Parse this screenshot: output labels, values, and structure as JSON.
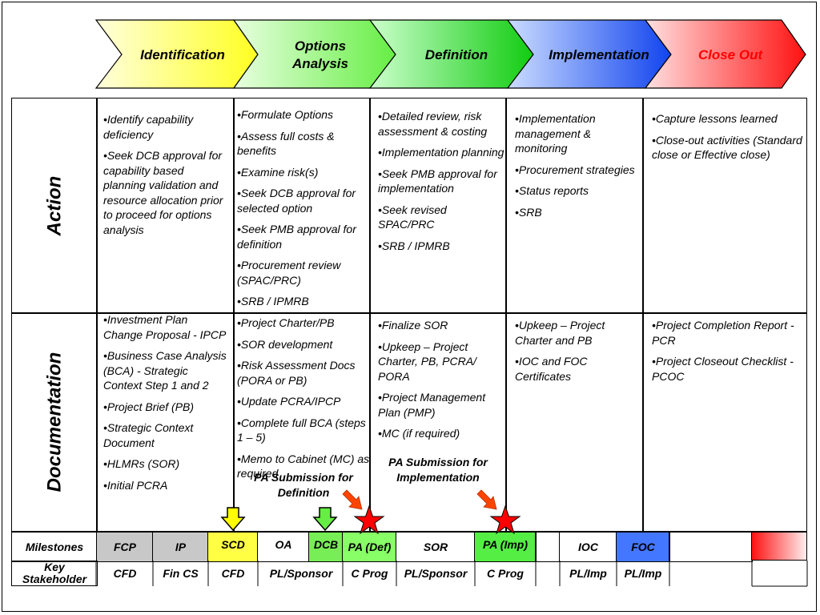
{
  "phases": [
    {
      "label": "Identification",
      "color": "#ffff33"
    },
    {
      "label": "Options\nAnalysis",
      "color": "#66ee44"
    },
    {
      "label": "Definition",
      "color": "#22cc22"
    },
    {
      "label": "Implementation",
      "color": "#2255ee"
    },
    {
      "label": "Close Out",
      "color": "#ff2222"
    }
  ],
  "close_out_text_color": "#ff0000",
  "row_headers": {
    "action": "Action",
    "documentation": "Documentation"
  },
  "action": {
    "identification": [
      "•Identify capability deficiency",
      "•Seek DCB approval for capability based planning validation and resource allocation prior to proceed for options analysis"
    ],
    "options_analysis": [
      "•Formulate Options",
      "•Assess full costs & benefits",
      "•Examine risk(s)",
      "•Seek DCB approval for selected option",
      "•Seek PMB approval for definition",
      "•Procurement review (SPAC/PRC)",
      "•SRB / IPMRB"
    ],
    "definition": [
      "•Detailed review, risk assessment & costing",
      "•Implementation planning",
      "•Seek PMB approval for implementation",
      "•Seek revised SPAC/PRC",
      "•SRB / IPMRB"
    ],
    "implementation": [
      "•Implementation management & monitoring",
      "•Procurement strategies",
      "•Status reports",
      "•SRB"
    ],
    "close_out": [
      "•Capture lessons learned",
      "•Close-out activities (Standard close or Effective close)"
    ]
  },
  "documentation": {
    "identification": [
      "•Investment Plan Change Proposal - IPCP",
      "•Business Case Analysis (BCA) - Strategic Context Step 1 and 2",
      "•Project Brief (PB)",
      "•Strategic Context Document",
      "•HLMRs (SOR)",
      "•Initial PCRA"
    ],
    "options_analysis": [
      "•Project Charter/PB",
      "•SOR development",
      "•Risk Assessment Docs (PORA or PB)",
      "•Update PCRA/IPCP",
      "•Complete full BCA (steps 1 – 5)",
      "•Memo to Cabinet (MC) as required"
    ],
    "options_analysis_submission": "PA Submission for Definition",
    "definition": [
      "•Finalize SOR",
      "•Upkeep – Project Charter, PB, PCRA/ PORA",
      "•Project Management Plan (PMP)",
      "•MC (if required)"
    ],
    "definition_submission": "PA Submission for Implementation",
    "implementation": [
      "•Upkeep – Project Charter and PB",
      "•IOC and FOC Certificates"
    ],
    "close_out": [
      "•Project Completion Report -PCR",
      "•Project Closeout Checklist - PCOC"
    ]
  },
  "milestones_label": "Milestones",
  "key_stakeholder_label": "Key\nStakeholder",
  "milestones": [
    {
      "label": "FCP",
      "color": "#c8c8c8"
    },
    {
      "label": "IP",
      "color": "#c8c8c8"
    },
    {
      "label": "SCD",
      "color": "#ffff44"
    },
    {
      "label": "OA",
      "color": "#ffffff"
    },
    {
      "label": "DCB",
      "color": "#77ee55"
    },
    {
      "label": "PA (Def)",
      "color": "#88ff66"
    },
    {
      "label": "SOR",
      "color": "#ffffff"
    },
    {
      "label": "PA (Imp)",
      "color": "#55ee44"
    },
    {
      "label": "IOC",
      "color": "#ffffff"
    },
    {
      "label": "FOC",
      "color": "#4477ff"
    }
  ],
  "stakeholders": [
    "CFD",
    "Fin CS",
    "CFD",
    "PL/Sponsor",
    "C Prog",
    "PL/Sponsor",
    "C Prog",
    "PL/Imp",
    "PL/Imp"
  ],
  "icons": {
    "down_arrow": "down-arrow-icon",
    "star": "star-icon",
    "pointer_arrow": "red-arrow-icon"
  },
  "colors": {
    "down_arrow_yellow": "#ffff00",
    "down_arrow_green": "#66ee44",
    "star": "#ff0000",
    "pointer": "#ff4400"
  }
}
